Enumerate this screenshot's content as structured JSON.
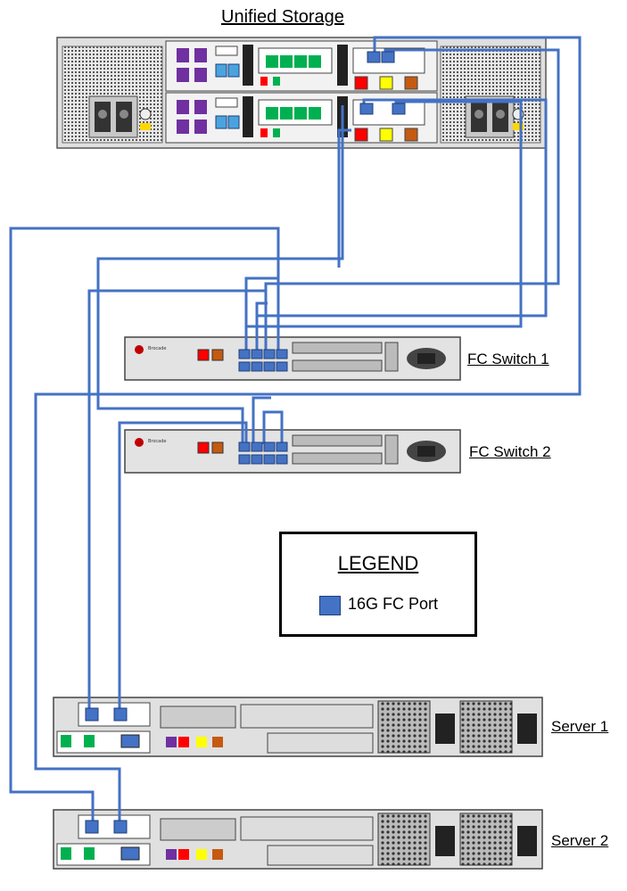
{
  "title": "Unified Storage",
  "labels": {
    "switch1": "FC Switch 1",
    "switch2": "FC Switch 2",
    "server1": "Server 1",
    "server2": "Server 2"
  },
  "legend": {
    "title": "LEGEND",
    "item": "16G FC Port",
    "color": "#4472c4"
  },
  "colors": {
    "cable": "#4472c4",
    "port": "#4472c4",
    "chassis": "#d9d9d9",
    "purple": "#7030a0",
    "red": "#ff0000",
    "orange": "#c55a11",
    "yellow": "#ffff00",
    "green": "#00b050"
  },
  "switch_brand": "Brocade"
}
